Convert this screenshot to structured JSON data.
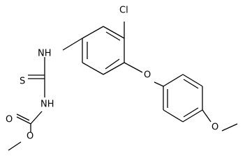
{
  "diagram": {
    "type": "chemical-structure",
    "atoms": {
      "cl": "Cl",
      "nh_top": "NH",
      "s": "S",
      "nh_bottom": "NH",
      "o_ether": "O",
      "o_carbonyl": "O",
      "o_ester": "O",
      "o_methoxy": "O"
    },
    "colors": {
      "line": "#000000",
      "background": "#ffffff"
    }
  }
}
